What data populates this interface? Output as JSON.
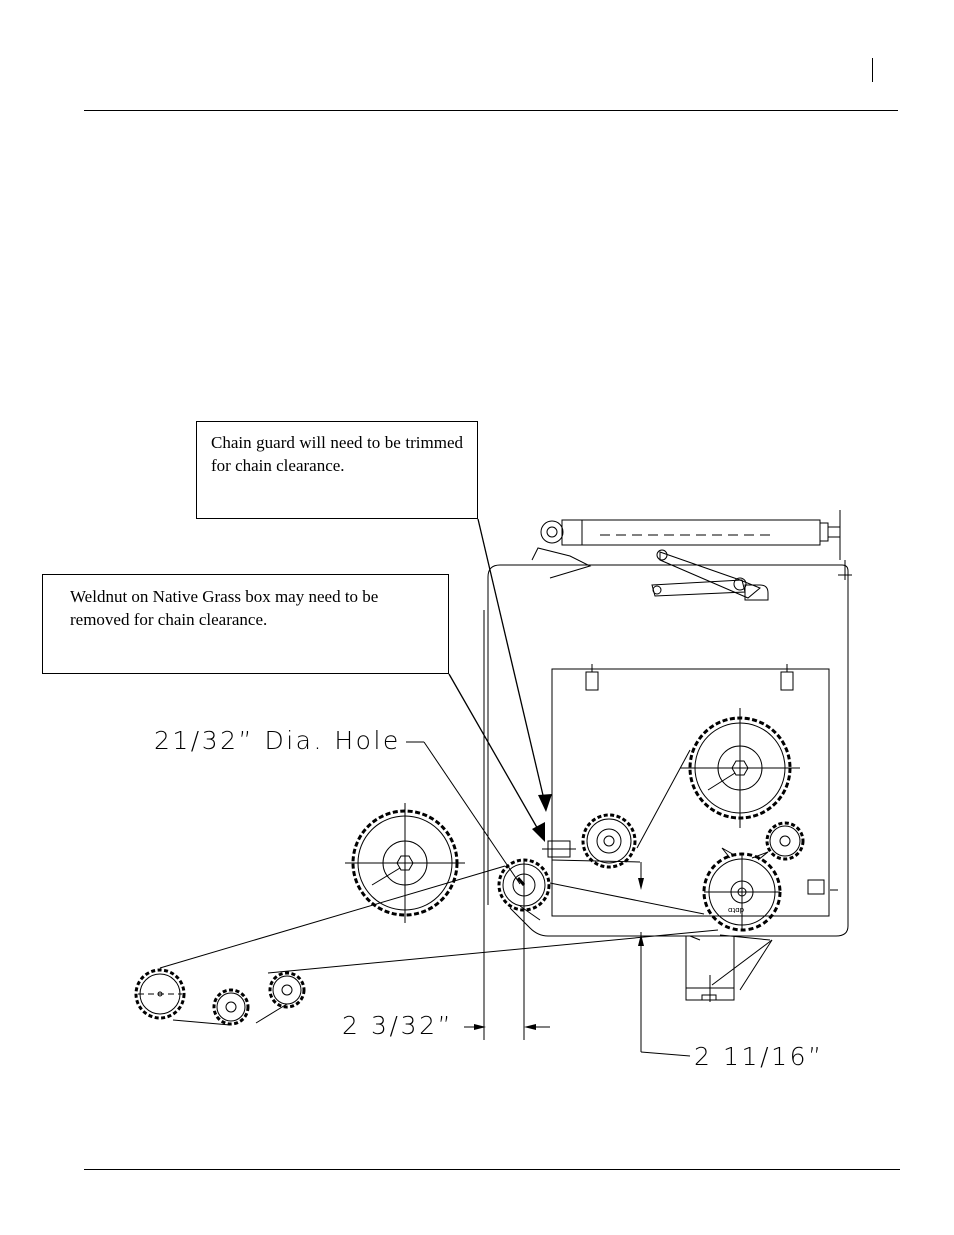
{
  "callouts": {
    "guard": "Chain guard will need to be trimmed for chain clearance.",
    "weldnut": "Weldnut on Native Grass box may need to be removed for chain clearance."
  },
  "dimensions": {
    "hole": "21/32” Dia. Hole",
    "offset": "2  3/32”",
    "drop": "2  11/16”"
  },
  "markings": {
    "sprocket_code": "ɑʇɑp"
  }
}
